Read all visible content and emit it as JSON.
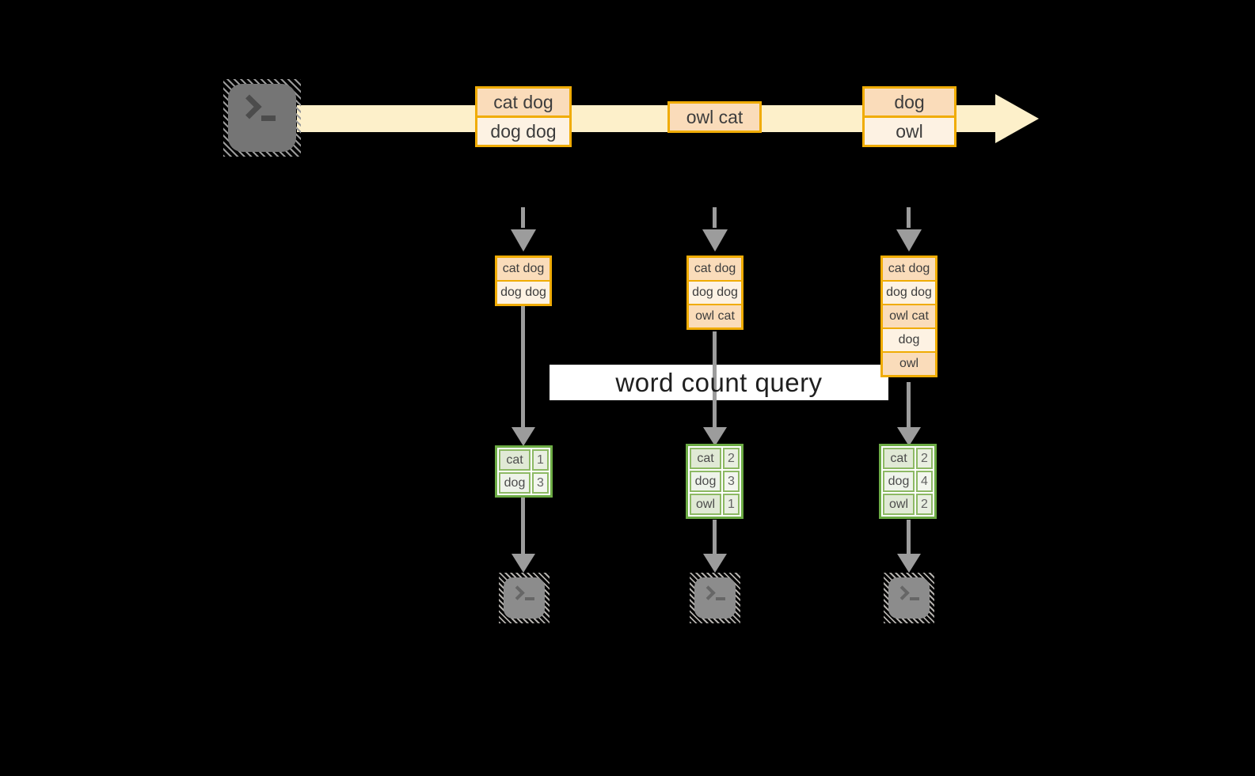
{
  "query_label": "word count query",
  "icons": {
    "source": "terminal-icon",
    "consumer": "terminal-icon"
  },
  "colors": {
    "background": "#000000",
    "timeline_band": "#fdf0ca",
    "record_border": "#f0ac04",
    "record_fill_dark": "#fadcba",
    "record_fill_light": "#fdf2e3",
    "table_border": "#6cab44",
    "table_fill_dark": "#e0e9d5",
    "table_fill_light": "#eef3ea",
    "arrow_gray": "#9c9c9c",
    "query_band_bg": "#ffffff",
    "text_dark": "#3d3d3d"
  },
  "timeline": {
    "records": [
      {
        "rows": [
          "cat dog",
          "dog dog"
        ]
      },
      {
        "rows": [
          "owl cat"
        ]
      },
      {
        "rows": [
          "dog",
          "owl"
        ]
      }
    ]
  },
  "columns": [
    {
      "buffer": [
        "cat dog",
        "dog dog"
      ],
      "counts": [
        {
          "word": "cat",
          "count": "1"
        },
        {
          "word": "dog",
          "count": "3"
        }
      ]
    },
    {
      "buffer": [
        "cat dog",
        "dog dog",
        "owl cat"
      ],
      "counts": [
        {
          "word": "cat",
          "count": "2"
        },
        {
          "word": "dog",
          "count": "3"
        },
        {
          "word": "owl",
          "count": "1"
        }
      ]
    },
    {
      "buffer": [
        "cat dog",
        "dog dog",
        "owl cat",
        "dog",
        "owl"
      ],
      "counts": [
        {
          "word": "cat",
          "count": "2"
        },
        {
          "word": "dog",
          "count": "4"
        },
        {
          "word": "owl",
          "count": "2"
        }
      ]
    }
  ]
}
